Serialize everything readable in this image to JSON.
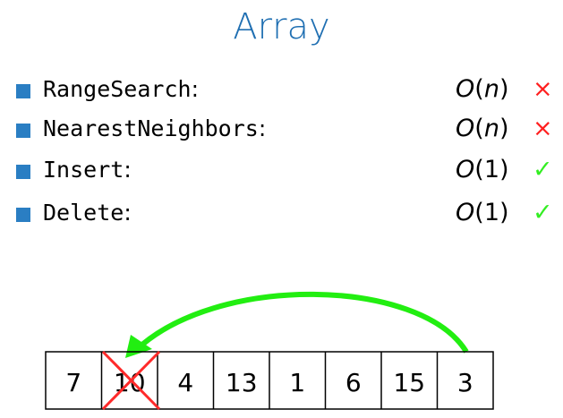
{
  "title": "Array",
  "operations": [
    {
      "name": "RangeSearch",
      "colon": ":",
      "big_o": "O",
      "open": "(",
      "arg": "n",
      "close": ")",
      "mark": "×",
      "mark_kind": "bad"
    },
    {
      "name": "NearestNeighbors",
      "colon": ":",
      "big_o": "O",
      "open": "(",
      "arg": "n",
      "close": ")",
      "mark": "×",
      "mark_kind": "bad"
    },
    {
      "name": "Insert",
      "colon": ":",
      "big_o": "O",
      "open": "(",
      "arg": "1",
      "close": ")",
      "mark": "✓",
      "mark_kind": "good"
    },
    {
      "name": "Delete",
      "colon": ":",
      "big_o": "O",
      "open": "(",
      "arg": "1",
      "close": ")",
      "mark": "✓",
      "mark_kind": "good"
    }
  ],
  "array": {
    "cells": [
      "7",
      "10",
      "4",
      "13",
      "1",
      "6",
      "15",
      "3"
    ],
    "deleted_index": 1,
    "moved_from_index": 7
  },
  "colors": {
    "title": "#1f6fb2",
    "bullet": "#2a7ec3",
    "bad": "#ff2020",
    "good": "#33ee22",
    "arrow": "#22ee11",
    "cross": "#ff2a2a"
  }
}
